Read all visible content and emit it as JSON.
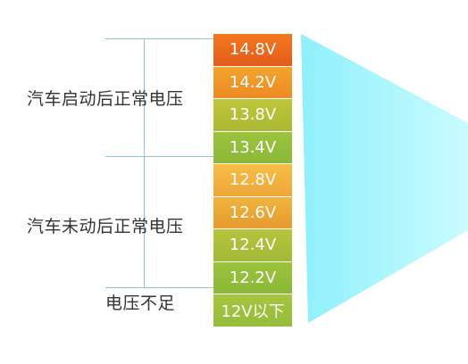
{
  "scale": [
    {
      "label": "14.8V",
      "c1": "#f27a1e",
      "c2": "#e55a1a"
    },
    {
      "label": "14.2V",
      "c1": "#f4a52d",
      "c2": "#ec8a25"
    },
    {
      "label": "13.8V",
      "c1": "#c0c63a",
      "c2": "#a8b932"
    },
    {
      "label": "13.4V",
      "c1": "#9cc23c",
      "c2": "#8bb83a"
    },
    {
      "label": "12.8V",
      "c1": "#f6be45",
      "c2": "#f0a53a"
    },
    {
      "label": "12.6V",
      "c1": "#f0b43c",
      "c2": "#e69a30"
    },
    {
      "label": "12.4V",
      "c1": "#b8c43c",
      "c2": "#a2b835"
    },
    {
      "label": "12.2V",
      "c1": "#9cc23c",
      "c2": "#8ab838"
    },
    {
      "label": "12V以下",
      "c1": "#a6c640",
      "c2": "#94bc3a"
    }
  ],
  "groups": {
    "start": "汽车启动后正常电压",
    "idle": "汽车未动后正常电压",
    "low": "电压不足"
  },
  "colors": {
    "line": "#8fc3d6",
    "beam_light": "#c9fbff",
    "beam_dark": "#8ef0fb"
  }
}
